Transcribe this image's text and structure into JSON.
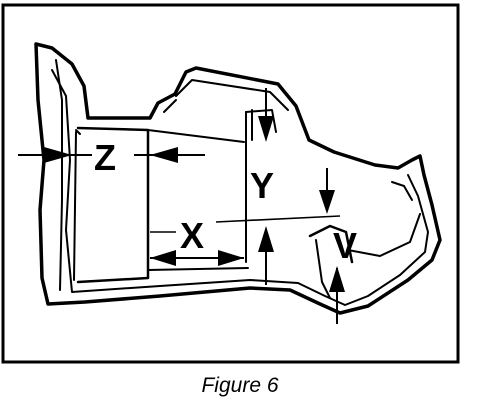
{
  "figure": {
    "caption": "Figure 6",
    "labels": {
      "z": "Z",
      "x": "X",
      "y": "Y",
      "v": "V"
    }
  }
}
